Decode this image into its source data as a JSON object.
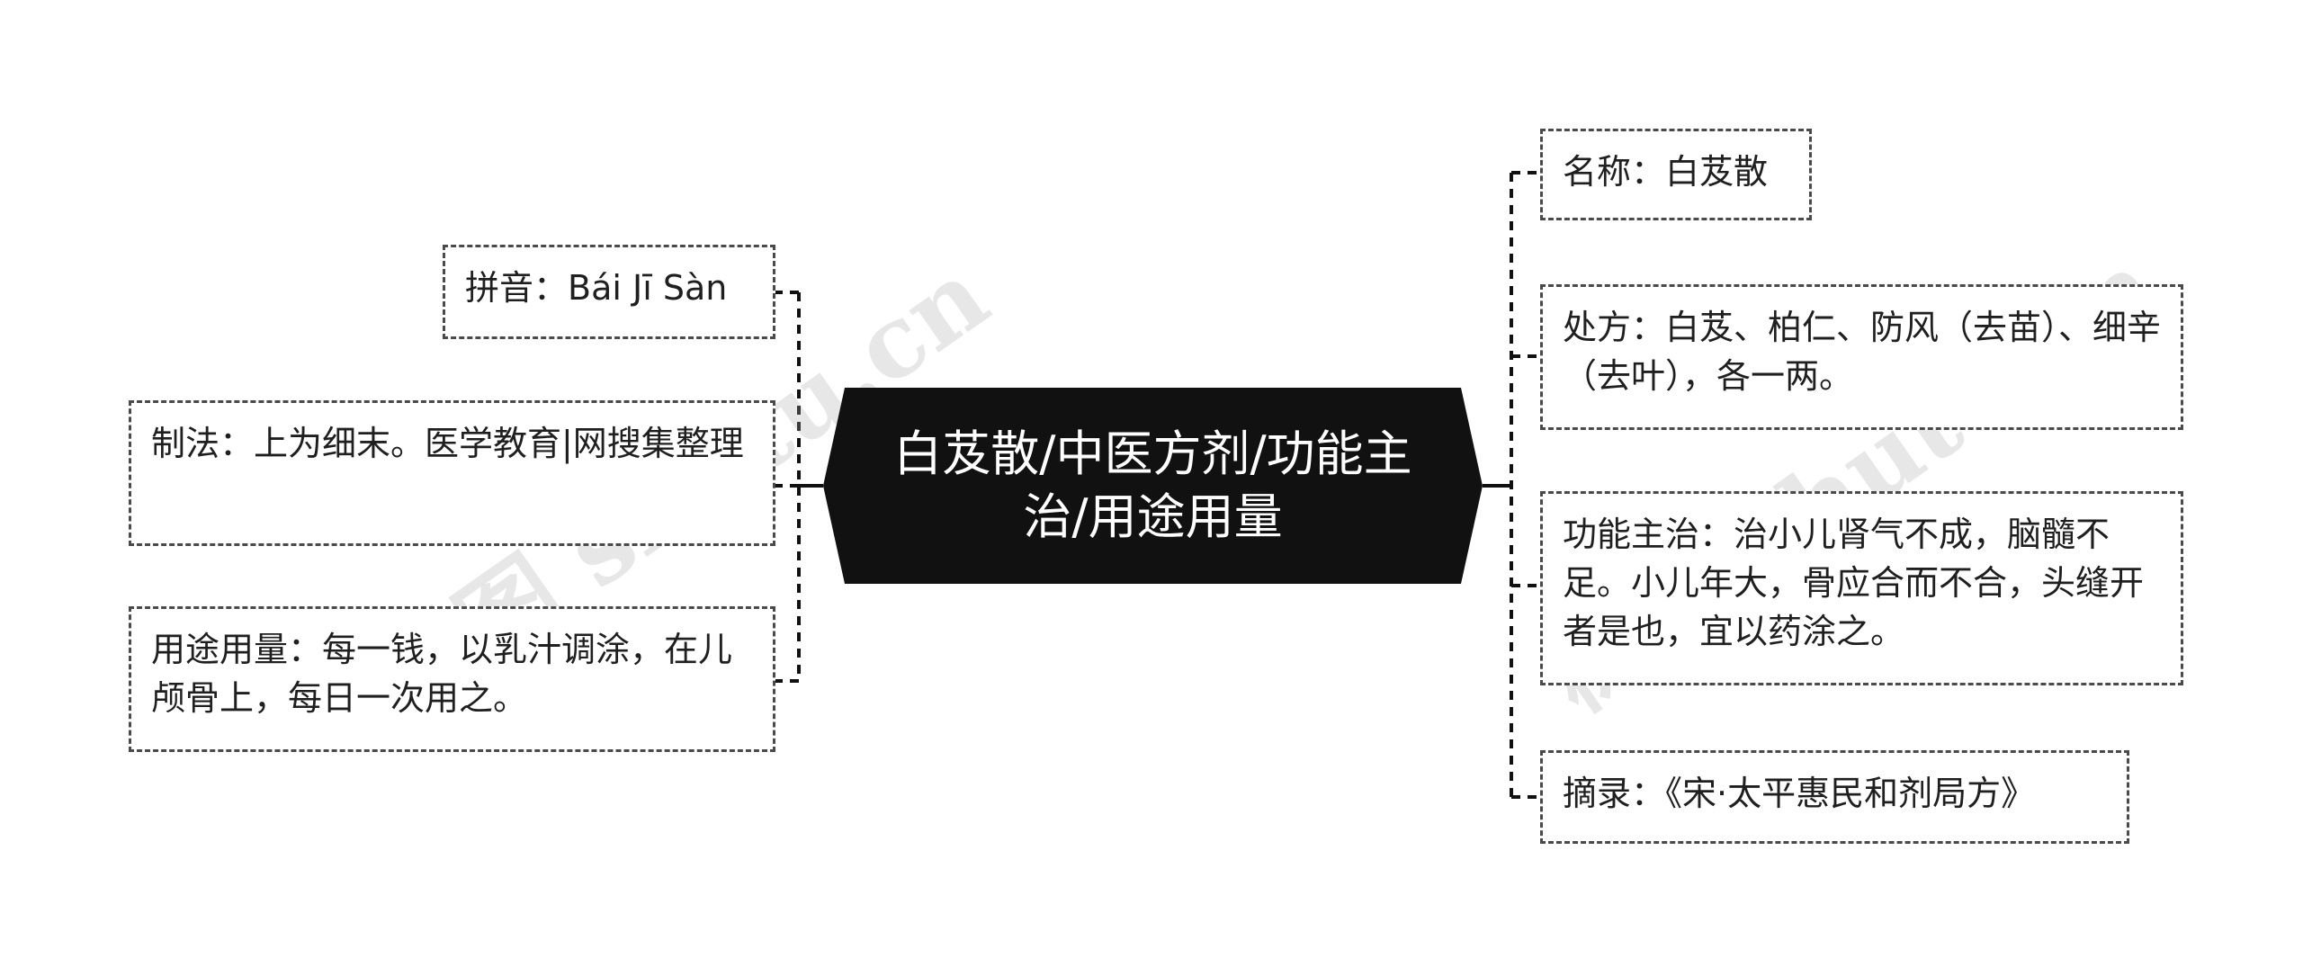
{
  "root": {
    "label": "白芨散/中医方剂/功能主治/用途用量"
  },
  "left_nodes": [
    {
      "id": "pinyin",
      "label": "拼音：Bái Jī Sàn"
    },
    {
      "id": "zhifa",
      "label": "制法：上为细末。医学教育|网搜集整理"
    },
    {
      "id": "yongtu",
      "label": "用途用量：每一钱，以乳汁调涂，在儿颅骨上，每日一次用之。"
    }
  ],
  "right_nodes": [
    {
      "id": "mingcheng",
      "label": "名称：白芨散"
    },
    {
      "id": "chufang",
      "label": "处方：白芨、柏仁、防风（去苗）、细辛（去叶），各一两。"
    },
    {
      "id": "gongneng",
      "label": "功能主治：治小儿肾气不成，脑髓不足。小儿年大，骨应合而不合，头缝开者是也，宜以药涂之。"
    },
    {
      "id": "zhailu",
      "label": "摘录：《宋·太平惠民和剂局方》"
    }
  ],
  "watermarks": [
    "树图 shutu.cn",
    "树图 shutu.cn"
  ],
  "colors": {
    "root_fill": "#111111",
    "root_text": "#ffffff",
    "connector": "#111111",
    "node_border": "#4a4a4a"
  }
}
